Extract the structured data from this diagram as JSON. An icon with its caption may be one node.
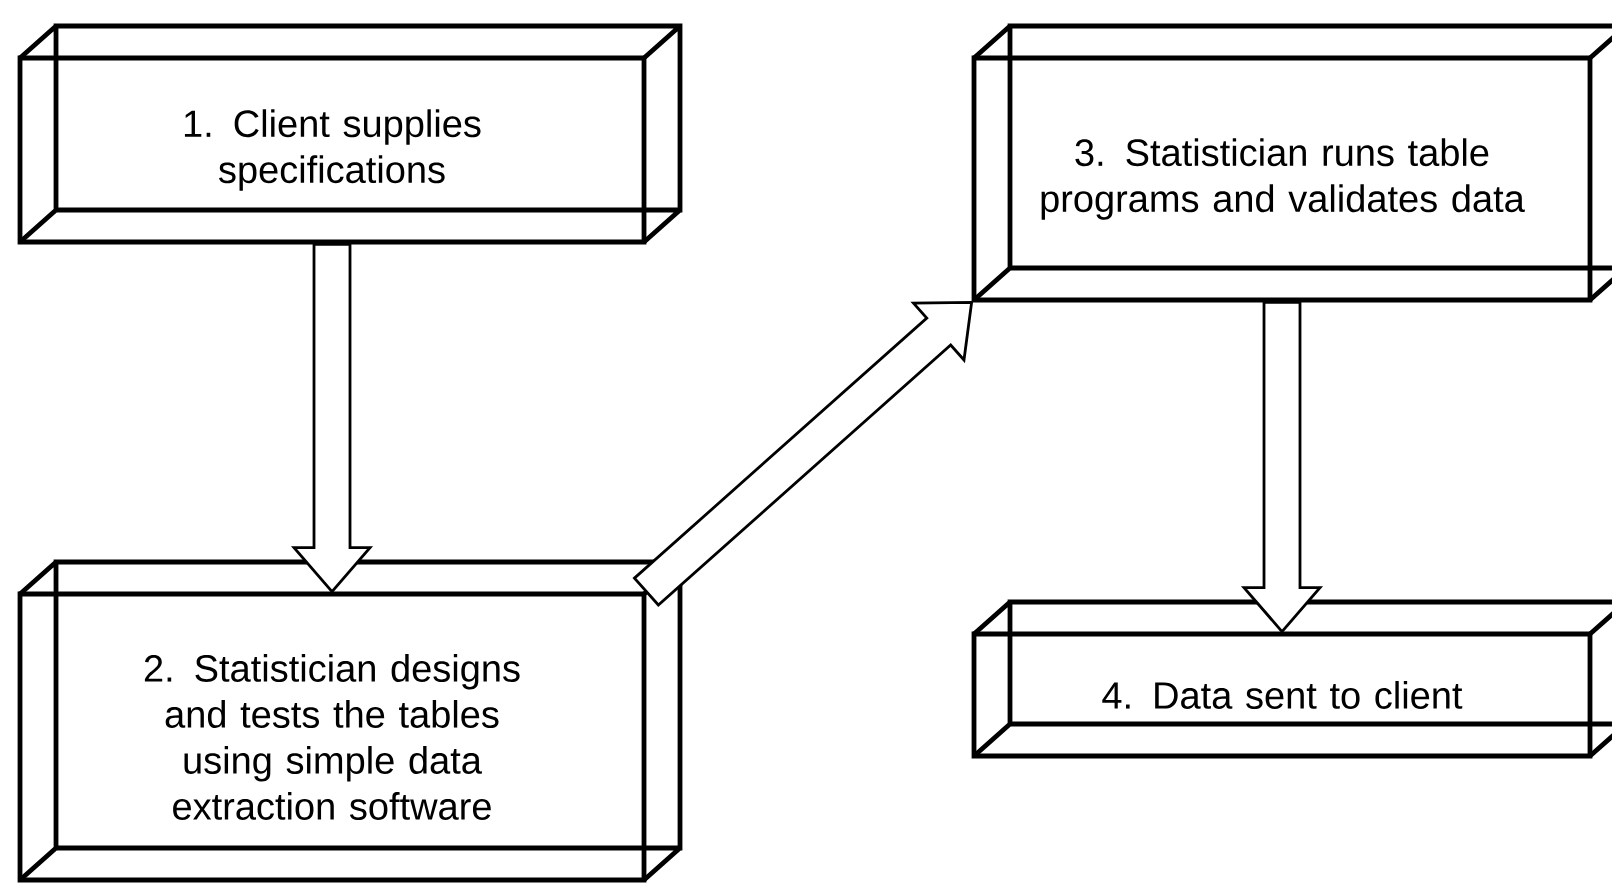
{
  "diagram": {
    "nodes": [
      {
        "text": [
          "1. Client supplies specifications"
        ]
      },
      {
        "text": [
          "2. Statistician designs and tests the tables using simple data extraction software"
        ]
      },
      {
        "text": [
          "3. Statistician runs table programs and validates data"
        ]
      },
      {
        "text": [
          "4. Data sent to client"
        ]
      }
    ],
    "edges": [
      {
        "from": 0,
        "to": 1,
        "arrow": "to"
      },
      {
        "from": 1,
        "to": 2,
        "arrow": "to"
      },
      {
        "from": 2,
        "to": 3,
        "arrow": "to"
      }
    ]
  }
}
